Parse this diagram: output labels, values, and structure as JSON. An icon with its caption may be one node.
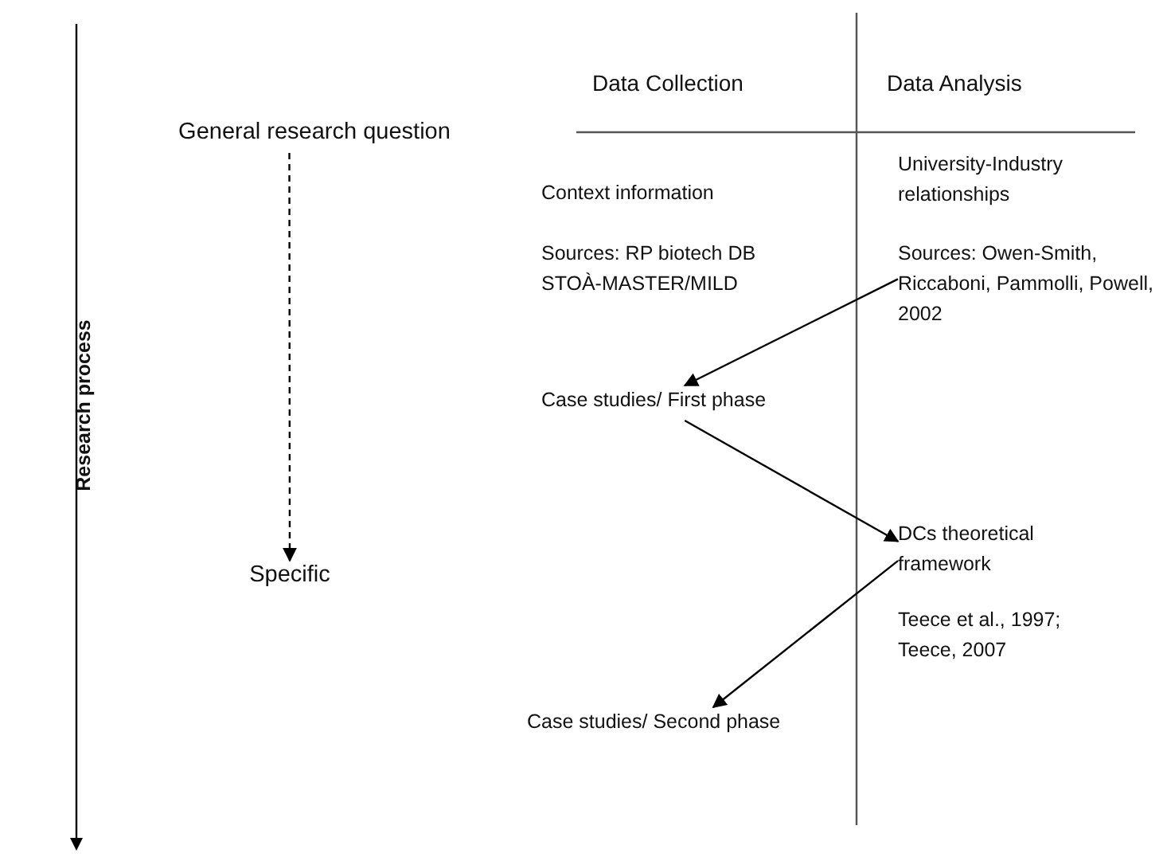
{
  "diagram": {
    "nodes": [
      {
        "text": [
          "General research question"
        ]
      },
      {
        "text": [
          "Specific"
        ]
      },
      {
        "text": [
          "Sources: Owen-Smith, Riccaboni, Pammolli, Powell, 2002"
        ]
      },
      {
        "text": [
          "Case studies/ First phase"
        ]
      },
      {
        "text": [
          "DCs theoretical framework"
        ]
      },
      {
        "text": [
          "Case studies/ Second phase"
        ]
      }
    ],
    "edges": [
      {
        "from": 0,
        "to": 1,
        "arrow": "to",
        "style": "dashed"
      },
      {
        "from": 2,
        "to": 3,
        "arrow": "to"
      },
      {
        "from": 3,
        "to": 4,
        "arrow": "to"
      },
      {
        "from": 4,
        "to": 5,
        "arrow": "to"
      }
    ],
    "labels": [
      "Data Collection",
      "Data Analysis",
      "Research process",
      "Context information",
      "University-Industry relationships",
      "Sources: RP biotech DB STOÀ-MASTER/MILD",
      "Teece et al., 1997; Teece, 2007"
    ]
  }
}
